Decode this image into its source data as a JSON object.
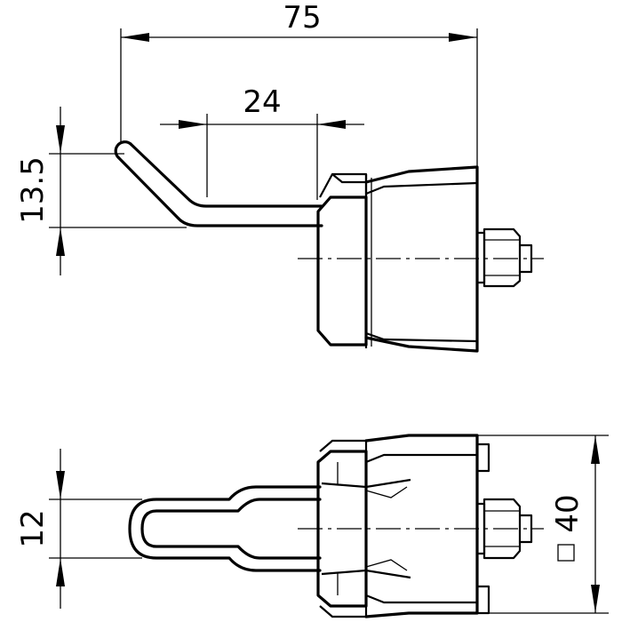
{
  "drawing": {
    "dimensions": {
      "overall_length": "75",
      "hook_length": "24",
      "hook_height": "13.5",
      "hook_width": "12",
      "base_square": "40"
    }
  }
}
